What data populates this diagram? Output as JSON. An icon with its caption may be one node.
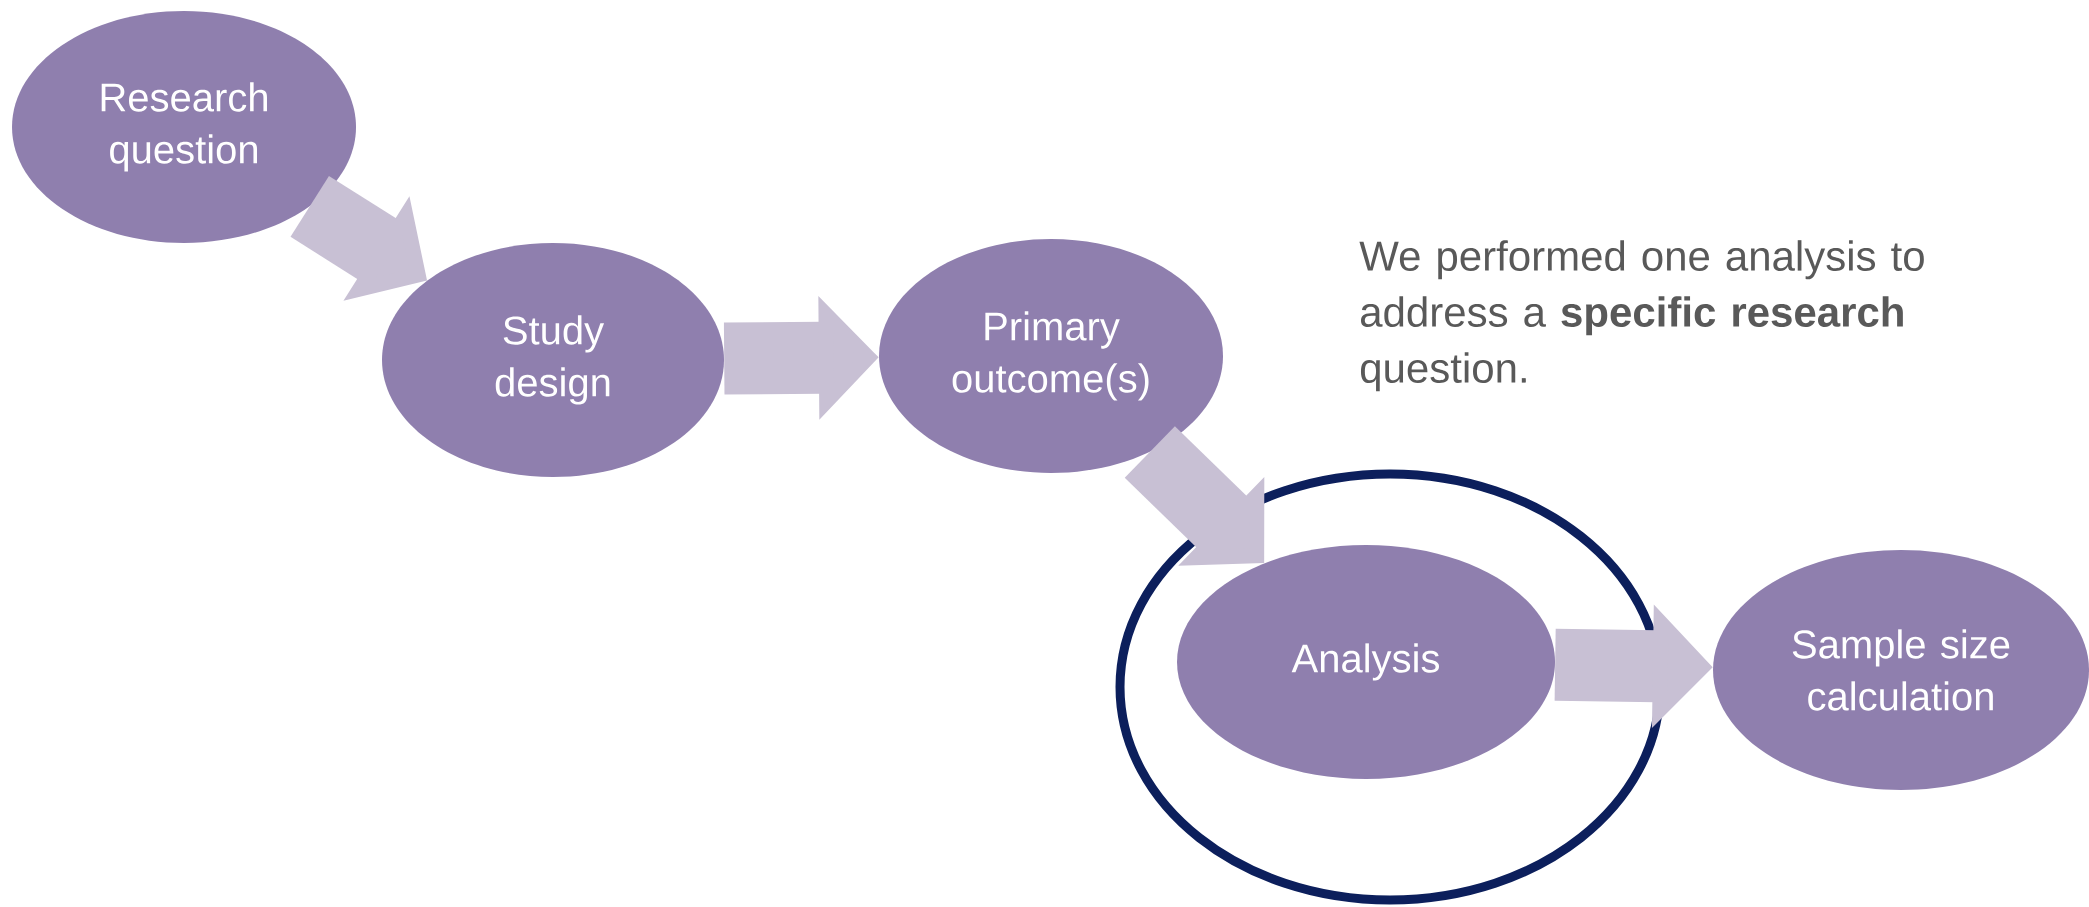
{
  "diagram": {
    "nodes": [
      {
        "text": [
          "Research question"
        ]
      },
      {
        "text": [
          "Study design"
        ]
      },
      {
        "text": [
          "Primary outcome(s)"
        ]
      },
      {
        "text": [
          "Analysis"
        ]
      },
      {
        "text": [
          "Sample size calculation"
        ]
      }
    ],
    "edges": [
      {
        "from": 0,
        "to": 1,
        "arrow": "to"
      },
      {
        "from": 1,
        "to": 2,
        "arrow": "to"
      },
      {
        "from": 2,
        "to": 3,
        "arrow": "to"
      },
      {
        "from": 3,
        "to": 4,
        "arrow": "to"
      }
    ],
    "labels": [
      "We performed one analysis to address a **specific research** question."
    ]
  }
}
